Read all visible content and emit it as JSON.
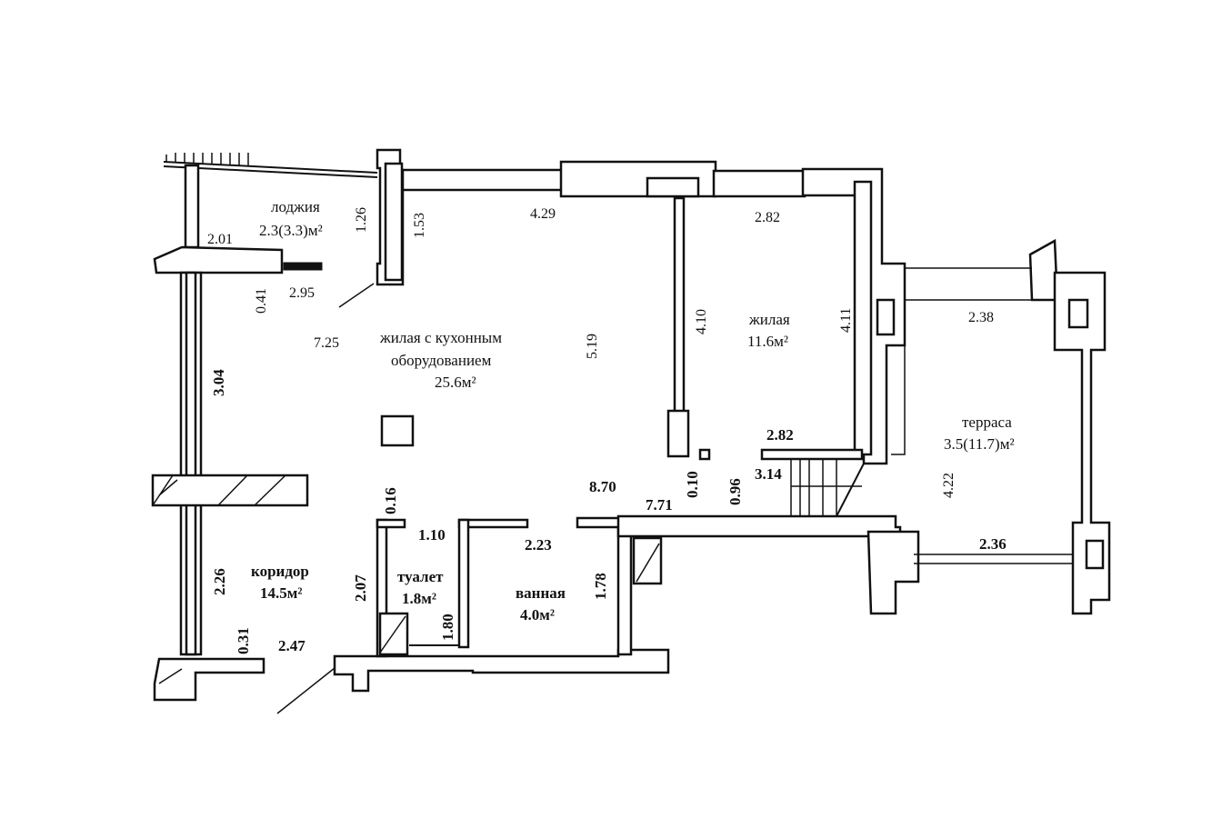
{
  "rooms": {
    "loggia": {
      "name": "лоджия",
      "area": "2.3(3.3)м²"
    },
    "living_kitchen": {
      "name_line1": "жилая с кухонным",
      "name_line2": "оборудованием",
      "area": "25.6м²"
    },
    "living": {
      "name": "жилая",
      "area": "11.6м²"
    },
    "terrace": {
      "name": "терраса",
      "area": "3.5(11.7)м²"
    },
    "corridor": {
      "name": "коридор",
      "area": "14.5м²"
    },
    "toilet": {
      "name": "туалет",
      "area": "1.8м²"
    },
    "bathroom": {
      "name": "ванная",
      "area": "4.0м²"
    }
  },
  "dimensions": {
    "d_126": "1.26",
    "d_153": "1.53",
    "d_429": "4.29",
    "d_282_top": "2.82",
    "d_201": "2.01",
    "d_041": "0.41",
    "d_295": "2.95",
    "d_725": "7.25",
    "d_304": "3.04",
    "d_519": "5.19",
    "d_410": "4.10",
    "d_411": "4.11",
    "d_238": "2.38",
    "d_282_mid": "2.82",
    "d_314": "3.14",
    "d_010": "0.10",
    "d_096": "0.96",
    "d_870": "8.70",
    "d_771": "7.71",
    "d_016": "0.16",
    "d_110": "1.10",
    "d_223": "2.23",
    "d_178": "1.78",
    "d_422": "4.22",
    "d_236": "2.36",
    "d_226": "2.26",
    "d_207": "2.07",
    "d_180": "1.80",
    "d_031": "0.31",
    "d_247": "2.47"
  }
}
